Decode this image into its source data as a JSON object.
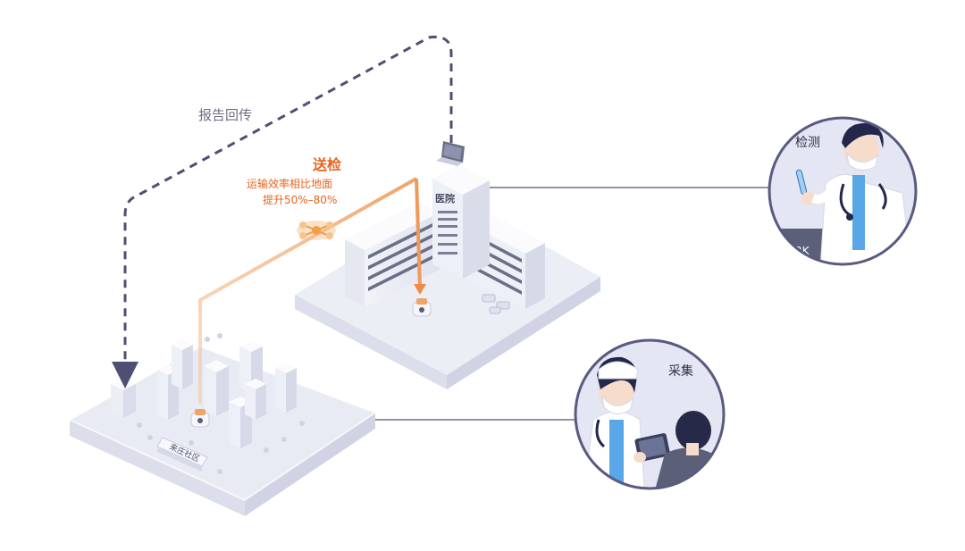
{
  "labels": {
    "report_return": "报告回传",
    "send_test": "送检",
    "efficiency_line1": "运输效率相比地面",
    "efficiency_line2": "提升50%–80%",
    "hospital": "医院",
    "community": "来庄社区",
    "detect": "检测",
    "collect": "采集",
    "work_sign": "ORK"
  },
  "colors": {
    "dashed_path": "#4f4f73",
    "orange_route": "#f0b07a",
    "orange_text": "#e8641f",
    "label_gray": "#6e6e86",
    "connector": "#4f4f73",
    "ground": "#eef0f7",
    "building": "#f4f5fa",
    "building_shade": "#dfe2ee",
    "window": "#6b6f86",
    "circle_border": "#5a5a80",
    "circle_bg": "#e4e6f4"
  },
  "icons": [
    "drone-icon",
    "laptop-icon",
    "robot-icon",
    "test-tube-icon",
    "tablet-icon"
  ]
}
